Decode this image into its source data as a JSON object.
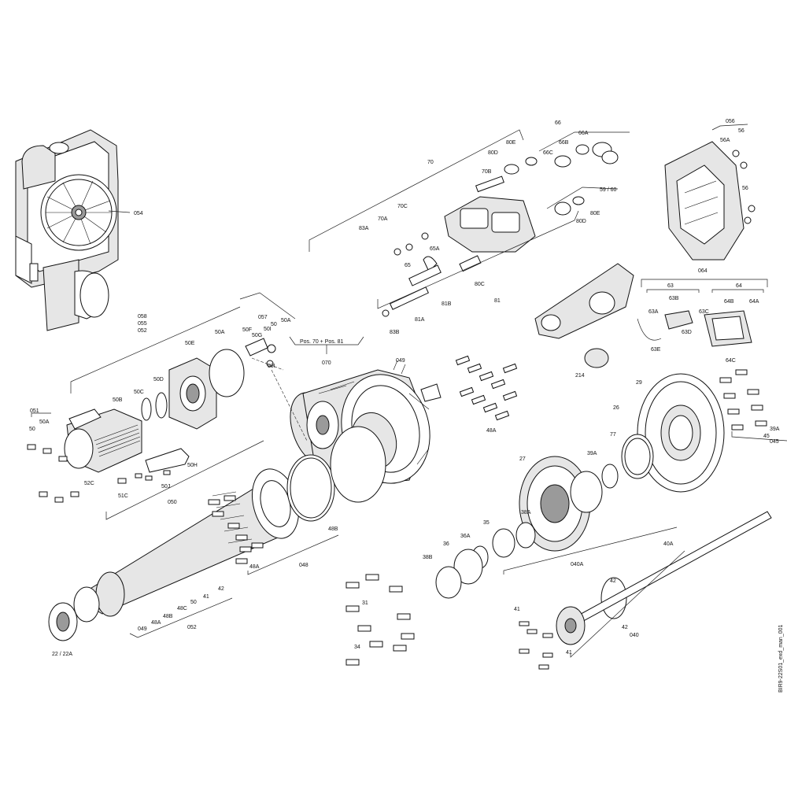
{
  "labels": {
    "054": "054",
    "058": "058",
    "055": "055",
    "052a": "052",
    "057": "057",
    "50A_top": "50A",
    "50_top": "50",
    "50F": "50F",
    "50G": "50G",
    "50I_a": "50I",
    "50I_b": "50I",
    "50A": "50A",
    "50E": "50E",
    "50D": "50D",
    "50C": "50C",
    "50B": "50B",
    "051": "051",
    "50A_left": "50A",
    "50_left": "50",
    "52C": "52C",
    "51C": "51C",
    "50J": "50J",
    "50H": "50H",
    "050": "050",
    "pos": "Pos. 70 + Pos. 81",
    "070": "070",
    "049a": "049",
    "48A_top": "48A",
    "48A_bot": "48A",
    "48B": "48B",
    "048": "048",
    "70": "70",
    "70B": "70B",
    "70C": "70C",
    "70A": "70A",
    "83A": "83A",
    "80D_a": "80D",
    "80E_a": "80E",
    "66": "66",
    "66B": "66B",
    "66A": "66A",
    "66C": "66C",
    "5960": "59 / 60",
    "80E_b": "80E",
    "80D_b": "80D",
    "65A": "65A",
    "65": "65",
    "80C": "80C",
    "81B": "81B",
    "81": "81",
    "81A": "81A",
    "83B": "83B",
    "056": "056",
    "56": "56",
    "56A": "56A",
    "56b": "56",
    "064": "064",
    "63": "63",
    "64": "64",
    "63B": "63B",
    "63C": "63C",
    "63A": "63A",
    "63D": "63D",
    "63E": "63E",
    "64B": "64B",
    "64A": "64A",
    "64C": "64C",
    "214": "214",
    "29": "29",
    "26": "26",
    "77": "77",
    "39A_a": "39A",
    "27": "27",
    "39A_b": "39A",
    "45": "45",
    "045": "045",
    "38A": "38A",
    "35": "35",
    "36A": "36A",
    "36": "36",
    "38B": "38B",
    "31": "31",
    "34": "34",
    "40A": "40A",
    "040A": "040A",
    "42_a": "42",
    "41_a": "41",
    "42_b": "42",
    "040": "040",
    "41_b": "41",
    "049b": "049",
    "48A_c": "48A",
    "48B_c": "48B",
    "48C": "48C",
    "50_c": "50",
    "41_c": "41",
    "42_c": "42",
    "052b": "052",
    "22": "22 / 22A",
    "code": "BIR9-22S01_exd_man_001"
  }
}
